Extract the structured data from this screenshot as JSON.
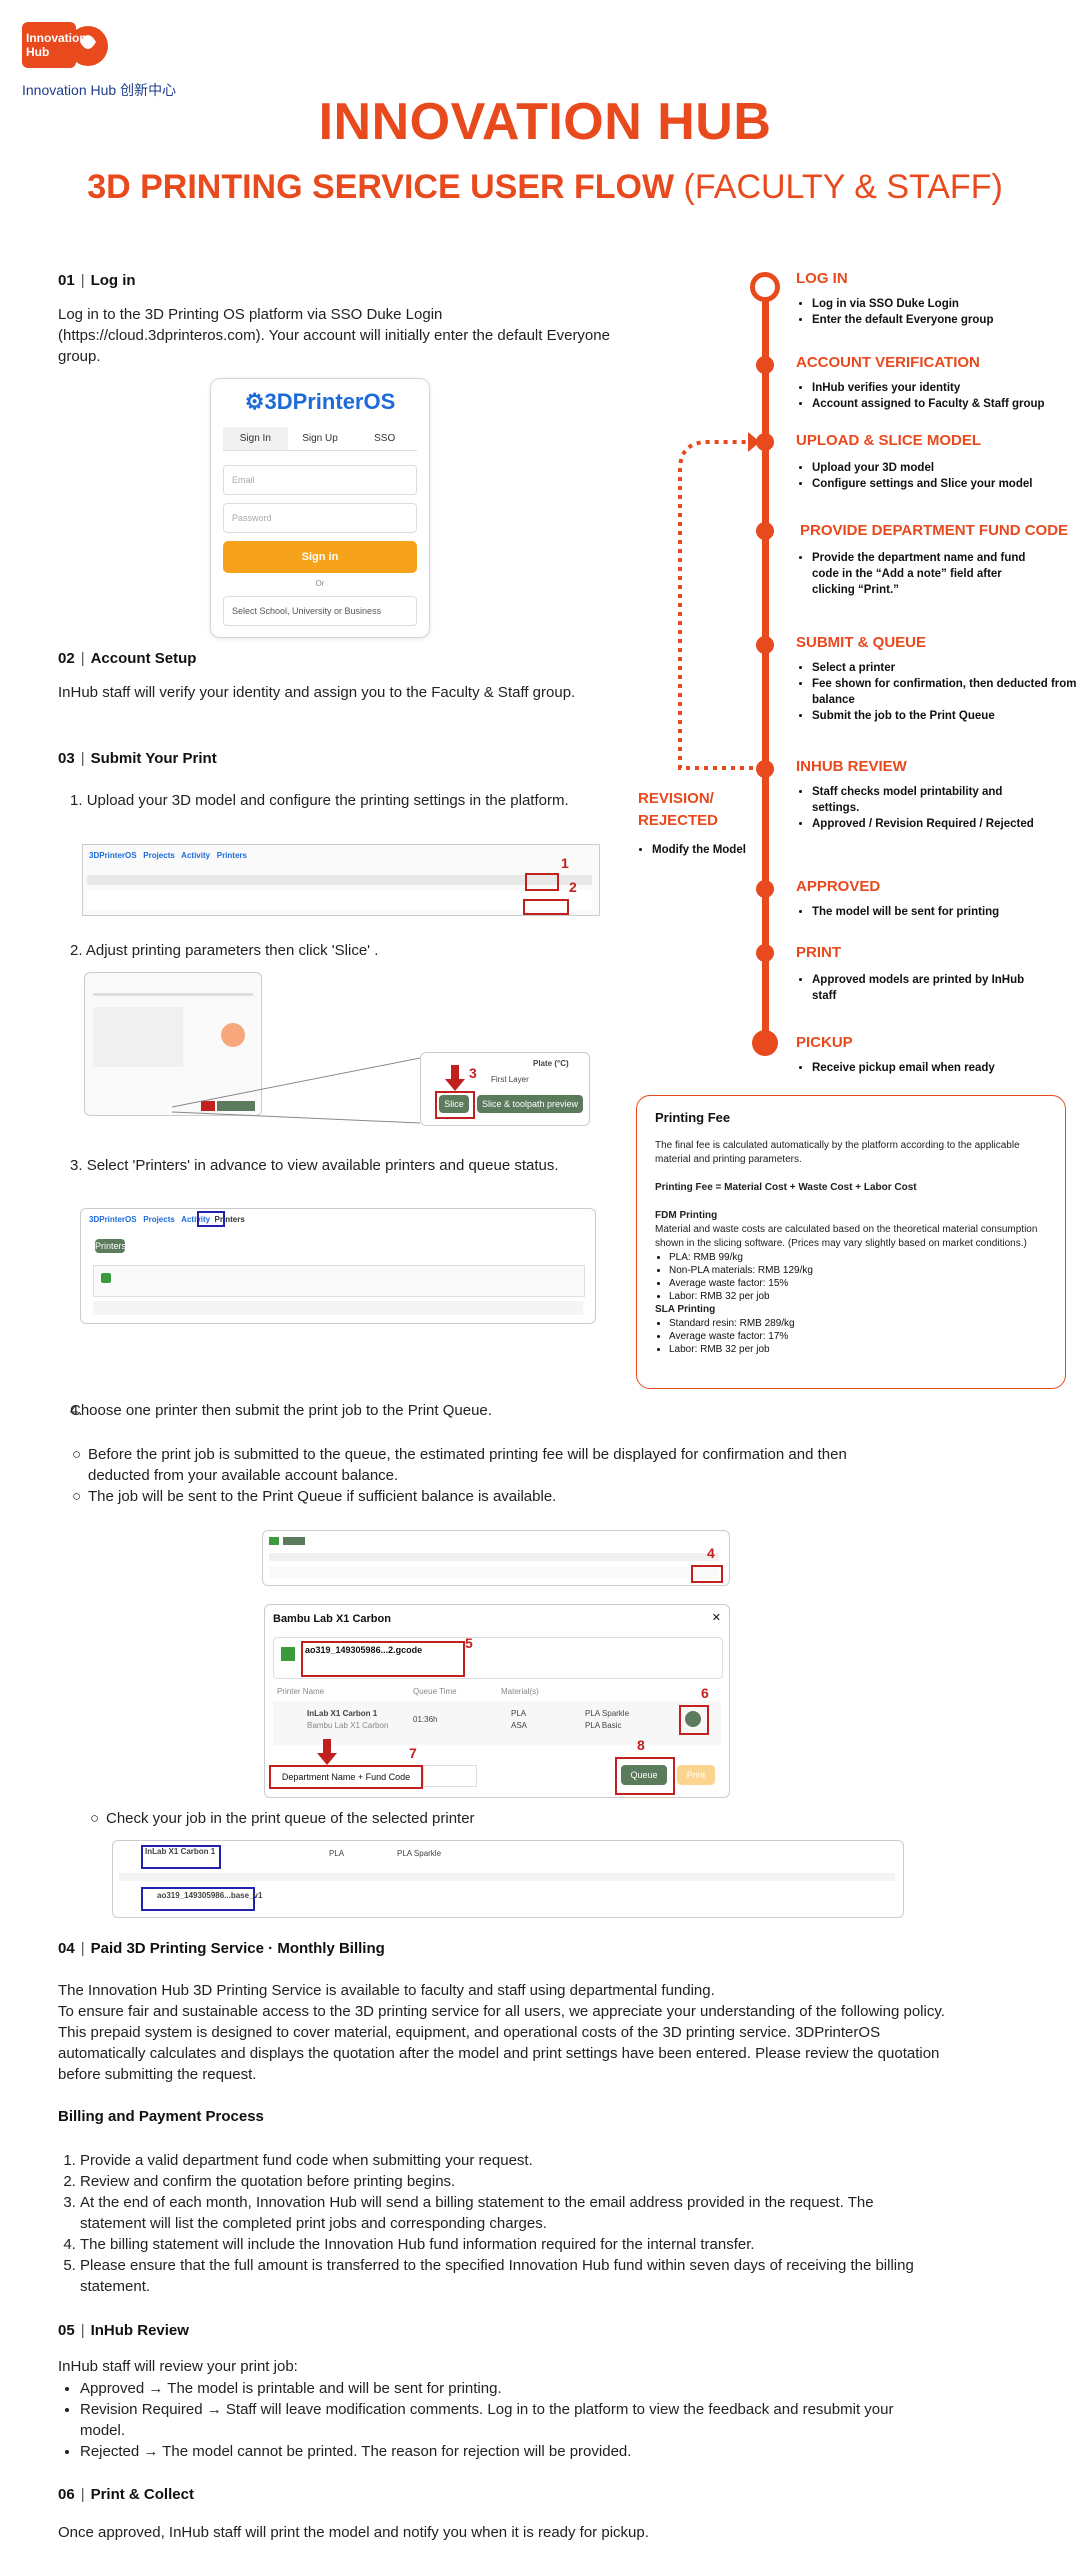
{
  "header": {
    "logo_text": "Innovation Hub 创新中心",
    "logo_mark": "Innovation Hub",
    "title": "INNOVATION HUB",
    "subtitle_bold": "3D PRINTING SERVICE USER FLOW",
    "subtitle_light": "(FACULTY & STAFF)"
  },
  "s01": {
    "num": "01",
    "heading": "Log in",
    "body": "Log in to the 3D Printing OS platform via SSO Duke Login (https://cloud.3dprinteros.com). Your account will initially enter the default Everyone group."
  },
  "signin": {
    "brand": "3DPrinterOS",
    "tabs": [
      "Sign In",
      "Sign Up",
      "SSO"
    ],
    "email_placeholder": "Email",
    "password_placeholder": "Password",
    "button": "Sign in",
    "or": "Or",
    "school_select": "Select School, University or Business"
  },
  "s02": {
    "num": "02",
    "heading": "Account Setup",
    "body": "InHub staff will verify your identity and assign you to the Faculty & Staff group."
  },
  "s03": {
    "num": "03",
    "heading": "Submit Your Print",
    "step1": "Upload your 3D model and configure the printing settings in the platform.",
    "step2": "Adjust printing parameters then click 'Slice' .",
    "step3": "Select 'Printers' in advance to view available printers and queue status.",
    "step4": "Choose one printer then submit the print job to the Print Queue.",
    "bullet1": "Before the print job is submitted to the queue, the estimated printing fee will be displayed for confirmation and then deducted from your available account balance.",
    "bullet2": "The job will be sent to the Print Queue if sufficient balance is available.",
    "bullet3": "Check your job in the print queue of the selected printer"
  },
  "mock": {
    "slice_btn": "Slice",
    "slice_toolpath_btn": "Slice & toolpath preview",
    "plate": "Plate (°C)",
    "first_layer": "First Layer",
    "printers_tab": "Printers",
    "dialog_title": "Bambu Lab X1 Carbon",
    "gcode_name": "ao319_149305986...2.gcode",
    "printer_name_col": "Printer Name",
    "queue_time_col": "Queue Time",
    "material_col": "Material(s)",
    "printer_row": "InLab X1 Carbon 1",
    "printer_row_sub": "Bambu Lab X1 Carbon",
    "queue_time": "01:36h",
    "mat1": "PLA",
    "mat2": "ASA",
    "mat3": "PLA Sparkle",
    "mat4": "PLA Basic",
    "fund_field": "Department Name + Fund Code",
    "queue_btn": "Queue",
    "print_btn": "Print",
    "queue_job": "ao319_149305986...base_v1",
    "labels": [
      "1",
      "2",
      "3",
      "4",
      "5",
      "6",
      "7",
      "8"
    ]
  },
  "timeline": [
    {
      "title": "LOG IN",
      "items": [
        "Log in via SSO Duke Login",
        "Enter the default Everyone group"
      ]
    },
    {
      "title": "ACCOUNT VERIFICATION",
      "items": [
        "InHub verifies your identity",
        "Account assigned to Faculty & Staff group"
      ]
    },
    {
      "title": "UPLOAD & SLICE MODEL",
      "items": [
        "Upload your 3D model",
        "Configure settings and Slice your model"
      ]
    },
    {
      "title": "PROVIDE DEPARTMENT FUND CODE",
      "items": [
        "Provide the department name and fund code in the “Add a note” field after clicking “Print.”"
      ]
    },
    {
      "title": "SUBMIT & QUEUE",
      "items": [
        "Select a printer",
        "Fee shown for confirmation, then deducted from balance",
        "Submit the job to the Print Queue"
      ]
    },
    {
      "title": "INHUB REVIEW",
      "items": [
        "Staff checks model printability and settings.",
        "Approved / Revision Required / Rejected"
      ]
    },
    {
      "title": "APPROVED",
      "items": [
        "The model will be sent for printing"
      ]
    },
    {
      "title": "PRINT",
      "items": [
        "Approved models are printed by InHub staff"
      ]
    },
    {
      "title": "PICKUP",
      "items": [
        "Receive pickup email when ready"
      ]
    }
  ],
  "revision": {
    "title_line1": "REVISION/",
    "title_line2": "REJECTED",
    "item": "Modify the Model"
  },
  "fee": {
    "title": "Printing Fee",
    "intro": "The final fee is calculated automatically by the platform according to the applicable material and printing parameters.",
    "formula": "Printing Fee = Material Cost + Waste Cost + Labor Cost",
    "fdm_title": "FDM Printing",
    "fdm_desc": "Material and waste costs are calculated based on the theoretical material consumption shown in the slicing software. (Prices may vary slightly based on market conditions.)",
    "fdm_items": [
      "PLA: RMB 99/kg",
      "Non-PLA materials: RMB 129/kg",
      "Average waste factor: 15%",
      "Labor: RMB 32 per job"
    ],
    "sla_title": "SLA Printing",
    "sla_items": [
      "Standard resin: RMB 289/kg",
      "Average waste factor: 17%",
      "Labor: RMB 32 per job"
    ]
  },
  "s04": {
    "num": "04",
    "heading": "Paid 3D Printing Service · Monthly Billing",
    "p1": "The Innovation Hub 3D Printing Service is available to faculty and staff using departmental funding.",
    "p2": "To ensure fair and sustainable access to the 3D printing service for all users, we appreciate your understanding of the following policy. This prepaid system is designed to cover material, equipment, and operational costs of the 3D printing service. 3DPrinterOS automatically calculates and displays the quotation after the model and print settings have been entered. Please review the quotation before submitting the request.",
    "billing_heading": "Billing and Payment Process",
    "billing_steps": [
      "Provide a valid department fund code when submitting your request.",
      "Review and confirm the quotation before printing begins.",
      "At the end of each month, Innovation Hub will send a billing statement to the email address provided in the request. The statement will list the completed print jobs and corresponding charges.",
      "The billing statement will include the Innovation Hub fund information required for the internal transfer.",
      "Please ensure that the full amount is transferred to the specified Innovation Hub fund within seven days of receiving the billing statement."
    ]
  },
  "s05": {
    "num": "05",
    "heading": "InHub Review",
    "intro": "InHub staff will review your print job:",
    "items": [
      "Approved → The model is printable and will be sent for printing.",
      "Revision Required → Staff will leave modification comments. Log in to the platform to view the feedback and resubmit your model.",
      "Rejected → The model cannot be printed. The reason for rejection will be provided."
    ]
  },
  "s06": {
    "num": "06",
    "heading": "Print & Collect",
    "body": "Once approved, InHub staff will print the model and notify you when it is ready for pickup."
  },
  "colors": {
    "accent": "#e8491d",
    "mark_red": "#c21f1f",
    "mark_blue": "#2222aa",
    "signin_btn": "#f7a21b",
    "queue_green": "#5c7a5c"
  }
}
